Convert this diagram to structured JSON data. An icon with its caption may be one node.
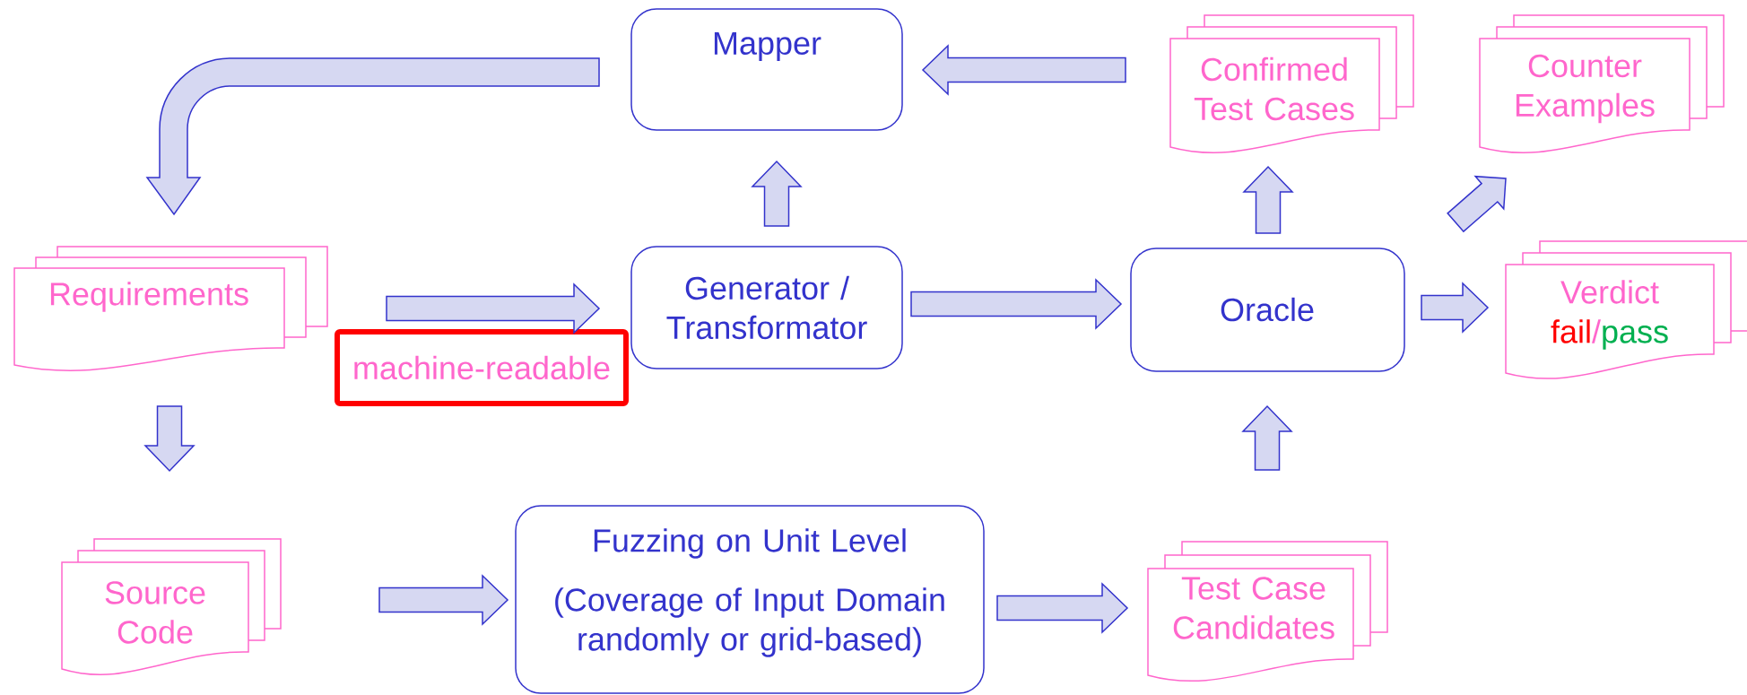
{
  "diagram": {
    "nodes": [
      {
        "text": [
          "Mapper"
        ]
      },
      {
        "text": [
          "Confirmed Test Cases"
        ]
      },
      {
        "text": [
          "Counter Examples"
        ]
      },
      {
        "text": [
          "Requirements"
        ]
      },
      {
        "text": [
          "Generator / Transformator"
        ]
      },
      {
        "text": [
          "machine-readable"
        ]
      },
      {
        "text": [
          "Oracle"
        ]
      },
      {
        "text": [
          "Verdict",
          "fail",
          "/",
          "pass"
        ]
      },
      {
        "text": [
          "Source Code"
        ]
      },
      {
        "text": [
          "Fuzzing on Unit Level",
          "(Coverage of Input Domain randomly or grid-based)"
        ]
      },
      {
        "text": [
          "Test Case Candidates"
        ]
      }
    ],
    "edges": [
      {
        "from": 1,
        "to": 0,
        "arrow": "to"
      },
      {
        "from": 0,
        "to": 3,
        "arrow": "to"
      },
      {
        "from": 3,
        "to": 4,
        "arrow": "to"
      },
      {
        "from": 4,
        "to": 0,
        "arrow": "to"
      },
      {
        "from": 4,
        "to": 6,
        "arrow": "to"
      },
      {
        "from": 6,
        "to": 1,
        "arrow": "to"
      },
      {
        "from": 6,
        "to": 2,
        "arrow": "to"
      },
      {
        "from": 6,
        "to": 7,
        "arrow": "to"
      },
      {
        "from": 3,
        "to": 8,
        "arrow": "to"
      },
      {
        "from": 8,
        "to": 9,
        "arrow": "to"
      },
      {
        "from": 9,
        "to": 10,
        "arrow": "to"
      },
      {
        "from": 10,
        "to": 6,
        "arrow": "to"
      }
    ]
  }
}
